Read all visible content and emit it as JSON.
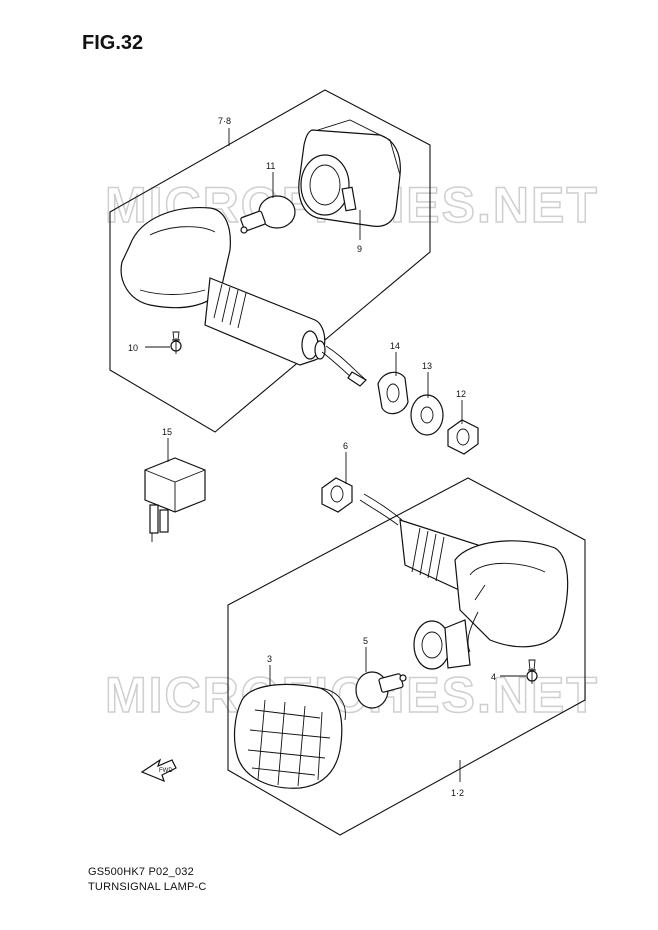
{
  "figure": {
    "title": "FIG.32",
    "model_code": "GS500HK7 P02_032",
    "caption": "TURNSIGNAL LAMP-C",
    "watermark": "MICROFICHES.NET",
    "fwd_label": "FWD"
  },
  "callouts": [
    {
      "id": "c78",
      "text": "7·8"
    },
    {
      "id": "c11",
      "text": "11"
    },
    {
      "id": "c9",
      "text": "9"
    },
    {
      "id": "c10",
      "text": "10"
    },
    {
      "id": "c14",
      "text": "14"
    },
    {
      "id": "c13",
      "text": "13"
    },
    {
      "id": "c12",
      "text": "12"
    },
    {
      "id": "c15",
      "text": "15"
    },
    {
      "id": "c6",
      "text": "6"
    },
    {
      "id": "c3",
      "text": "3"
    },
    {
      "id": "c5",
      "text": "5"
    },
    {
      "id": "c4",
      "text": "4"
    },
    {
      "id": "c12b",
      "text": "1·2"
    }
  ]
}
